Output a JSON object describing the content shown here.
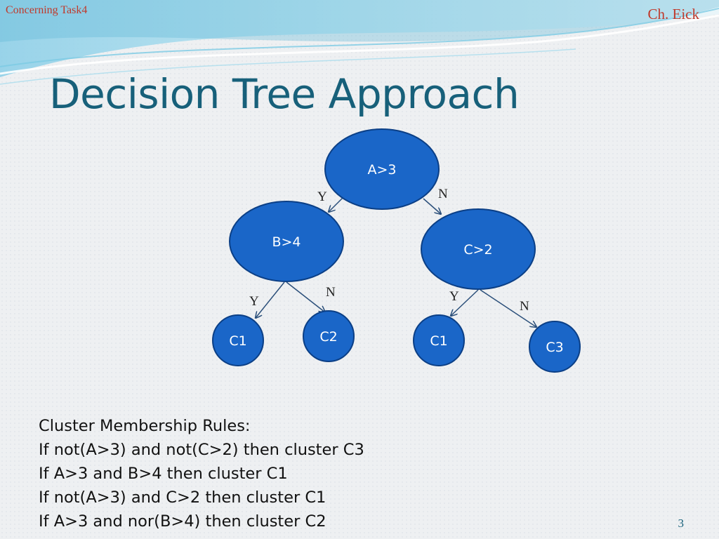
{
  "header": {
    "left_text": "Concerning Task4",
    "right_text": "Ch. Eick"
  },
  "slide": {
    "title": "Decision Tree Approach",
    "page_number": "3"
  },
  "colors": {
    "node_fill": "#1a66c8",
    "node_stroke": "#0b3f86",
    "title": "#17607a",
    "header_text": "#c0392b"
  },
  "tree": {
    "nodes": [
      {
        "id": "root",
        "label": "A>3"
      },
      {
        "id": "b",
        "label": "B>4"
      },
      {
        "id": "c",
        "label": "C>2"
      },
      {
        "id": "leaf1",
        "label": "C1"
      },
      {
        "id": "leaf2",
        "label": "C2"
      },
      {
        "id": "leaf3",
        "label": "C1"
      },
      {
        "id": "leaf4",
        "label": "C3"
      }
    ],
    "edges": [
      {
        "from": "root",
        "to": "b",
        "label": "Y"
      },
      {
        "from": "root",
        "to": "c",
        "label": "N"
      },
      {
        "from": "b",
        "to": "leaf1",
        "label": "Y"
      },
      {
        "from": "b",
        "to": "leaf2",
        "label": "N"
      },
      {
        "from": "c",
        "to": "leaf3",
        "label": "Y"
      },
      {
        "from": "c",
        "to": "leaf4",
        "label": "N"
      }
    ]
  },
  "rules": {
    "heading": "Cluster Membership Rules:",
    "lines": [
      "If not(A>3) and not(C>2) then cluster C3",
      "If A>3 and B>4 then cluster C1",
      "If not(A>3) and C>2 then cluster C1",
      "If A>3 and nor(B>4) then cluster C2"
    ]
  }
}
